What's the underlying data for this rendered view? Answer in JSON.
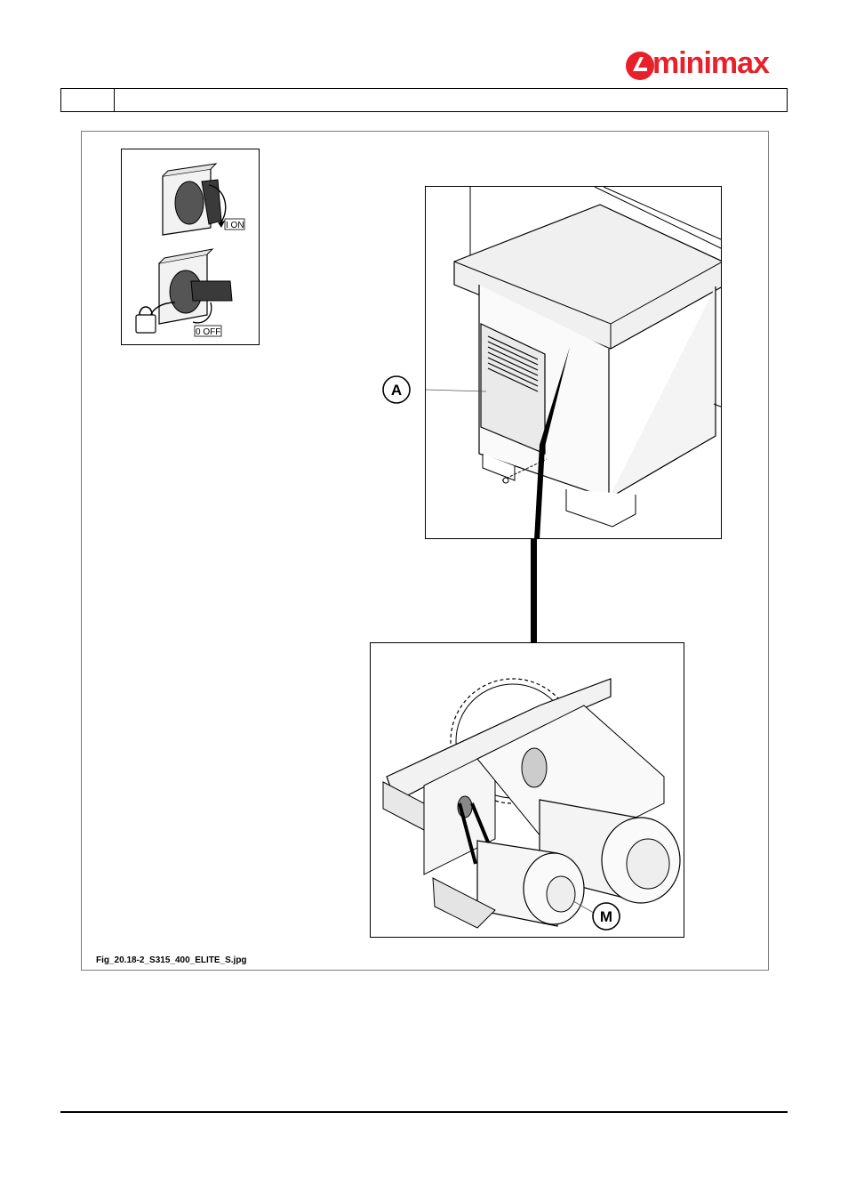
{
  "brand": {
    "name": "minimax",
    "color": "#e8202a",
    "icon": "minimax-logo-icon"
  },
  "figure": {
    "caption": "Fig_20.18-2_S315_400_ELITE_S.jpg",
    "switch_on_label": "I ON",
    "switch_off_label": "0 OFF",
    "callout_a": "A",
    "callout_m": "M"
  }
}
